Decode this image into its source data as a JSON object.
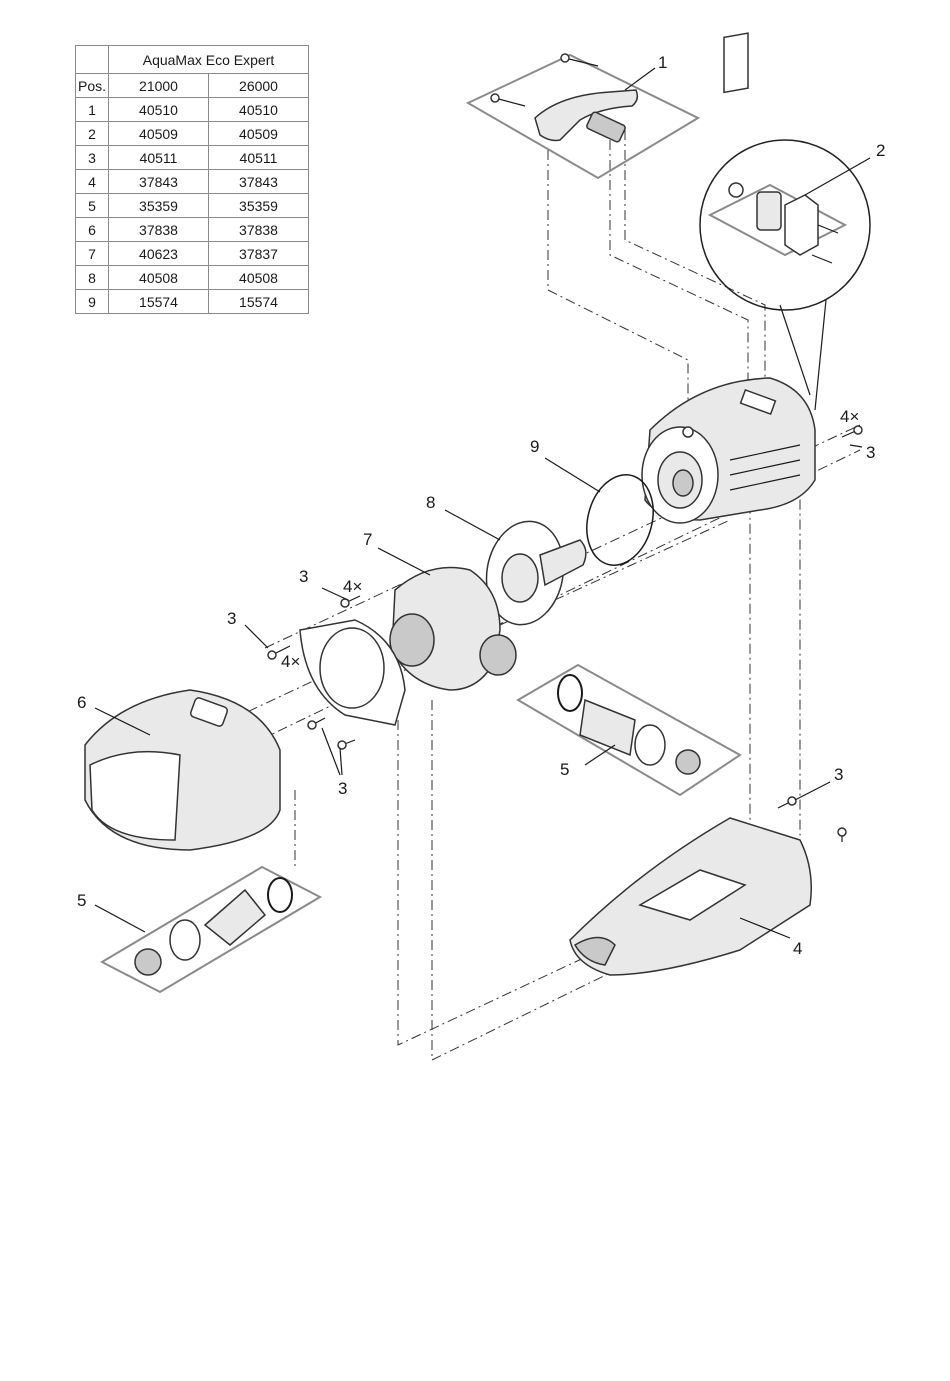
{
  "table": {
    "product": "AquaMax Eco Expert",
    "pos_header": "Pos.",
    "models": [
      "21000",
      "26000"
    ],
    "rows": [
      {
        "pos": "1",
        "a": "40510",
        "b": "40510"
      },
      {
        "pos": "2",
        "a": "40509",
        "b": "40509"
      },
      {
        "pos": "3",
        "a": "40511",
        "b": "40511"
      },
      {
        "pos": "4",
        "a": "37843",
        "b": "37843"
      },
      {
        "pos": "5",
        "a": "35359",
        "b": "35359"
      },
      {
        "pos": "6",
        "a": "37838",
        "b": "37838"
      },
      {
        "pos": "7",
        "a": "40623",
        "b": "37837"
      },
      {
        "pos": "8",
        "a": "40508",
        "b": "40508"
      },
      {
        "pos": "9",
        "a": "15574",
        "b": "15574"
      }
    ]
  },
  "callouts": {
    "p1": "1",
    "p2": "2",
    "p3": "3",
    "p4": "4",
    "p5": "5",
    "p6": "6",
    "p7": "7",
    "p8": "8",
    "p9": "9",
    "qty": "4×"
  }
}
